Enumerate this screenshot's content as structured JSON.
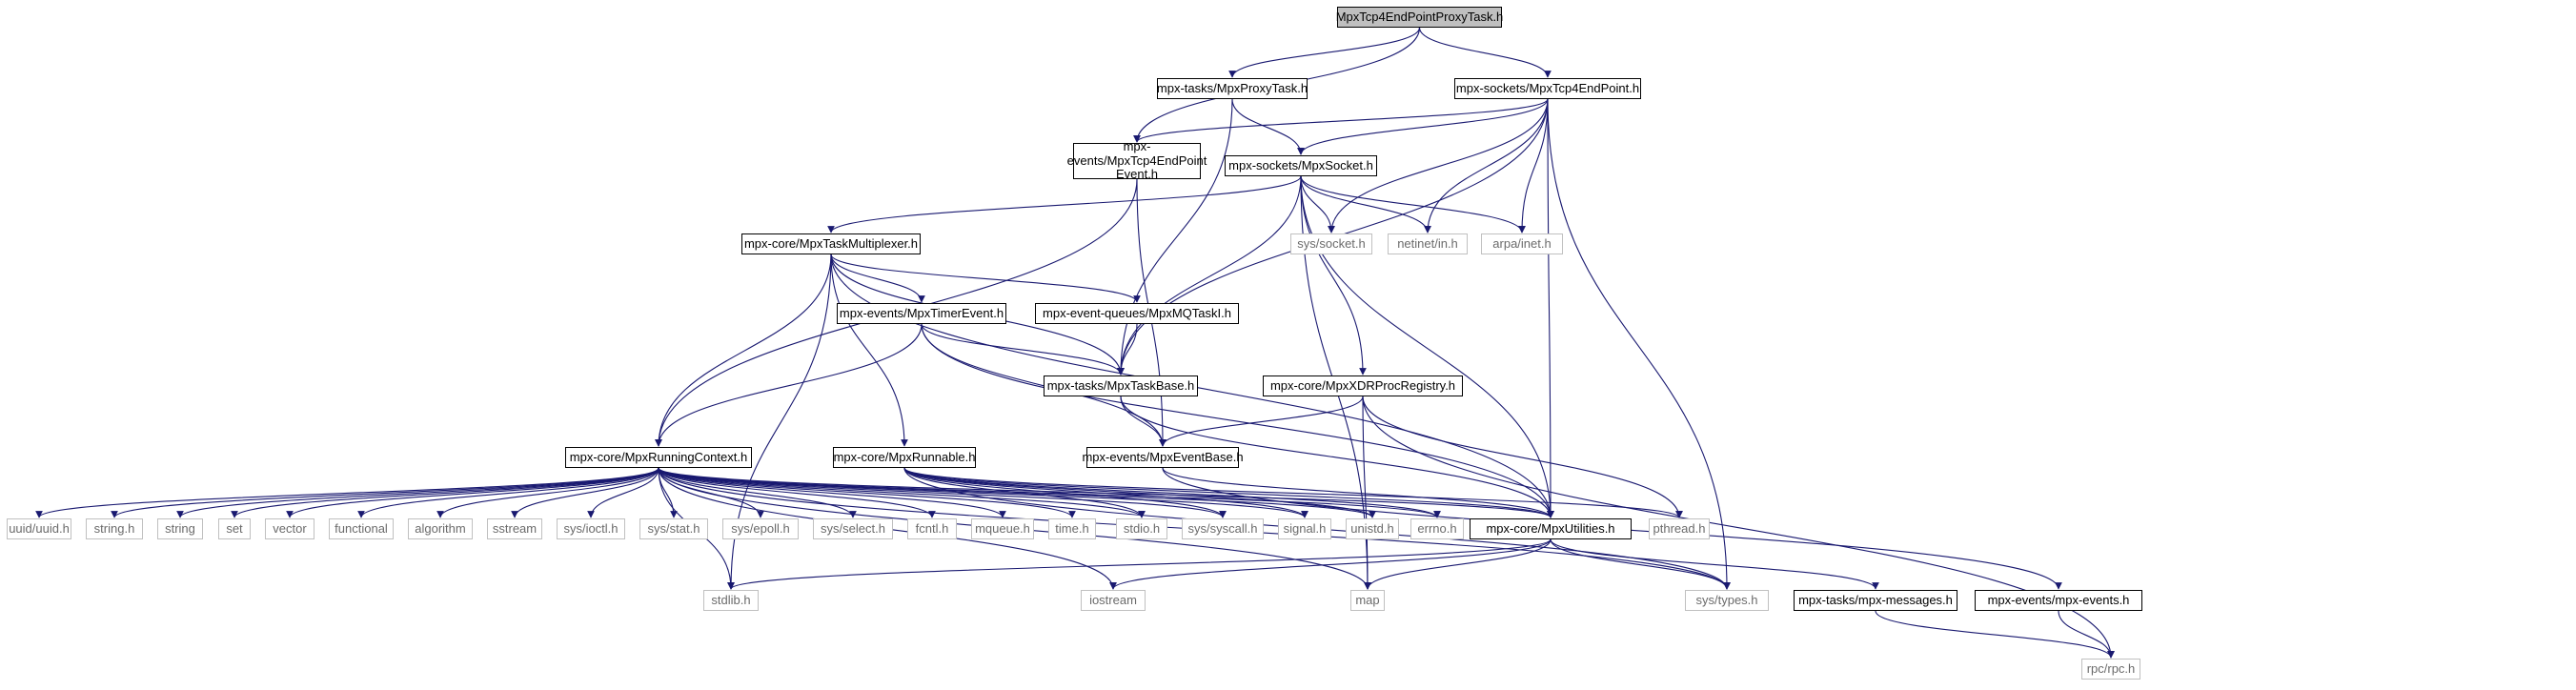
{
  "title": "MpxTcp4EndPointProxyTask.h",
  "colors": {
    "edge": "#191970",
    "root_fill": "#bfbfbf",
    "project_border": "#000000",
    "external_border": "#c0c0c0",
    "external_text": "#6b6b6b"
  },
  "nodes": {
    "root": "MpxTcp4EndPointProxyTask.h",
    "proxy_task": "mpx-tasks/MpxProxyTask.h",
    "tcp4_endpoint": "mpx-sockets/MpxTcp4EndPoint.h",
    "tcp4_event_line1": "mpx-events/MpxTcp4EndPoint",
    "tcp4_event_line2": "Event.h",
    "mpx_socket": "mpx-sockets/MpxSocket.h",
    "task_multiplexer": "mpx-core/MpxTaskMultiplexer.h",
    "sys_socket": "sys/socket.h",
    "netinet_in": "netinet/in.h",
    "arpa_inet": "arpa/inet.h",
    "timer_event": "mpx-events/MpxTimerEvent.h",
    "mq_taskl": "mpx-event-queues/MpxMQTaskI.h",
    "task_base": "mpx-tasks/MpxTaskBase.h",
    "xdr_registry": "mpx-core/MpxXDRProcRegistry.h",
    "running_context": "mpx-core/MpxRunningContext.h",
    "runnable": "mpx-core/MpxRunnable.h",
    "event_base": "mpx-events/MpxEventBase.h",
    "uuid": "uuid/uuid.h",
    "string_h": "string.h",
    "string": "string",
    "set": "set",
    "vector": "vector",
    "functional": "functional",
    "algorithm": "algorithm",
    "sstream": "sstream",
    "sys_ioctl": "sys/ioctl.h",
    "sys_stat": "sys/stat.h",
    "sys_epoll": "sys/epoll.h",
    "sys_select": "sys/select.h",
    "fcntl": "fcntl.h",
    "mqueue": "mqueue.h",
    "time": "time.h",
    "stdio": "stdio.h",
    "sys_syscall": "sys/syscall.h",
    "signal": "signal.h",
    "unistd": "unistd.h",
    "errno": "errno.h",
    "utilities": "mpx-core/MpxUtilities.h",
    "pthread": "pthread.h",
    "stdlib": "stdlib.h",
    "iostream": "iostream",
    "map": "map",
    "sys_types": "sys/types.h",
    "mpx_messages": "mpx-tasks/mpx-messages.h",
    "mpx_events": "mpx-events/mpx-events.h",
    "rpc": "rpc/rpc.h"
  }
}
